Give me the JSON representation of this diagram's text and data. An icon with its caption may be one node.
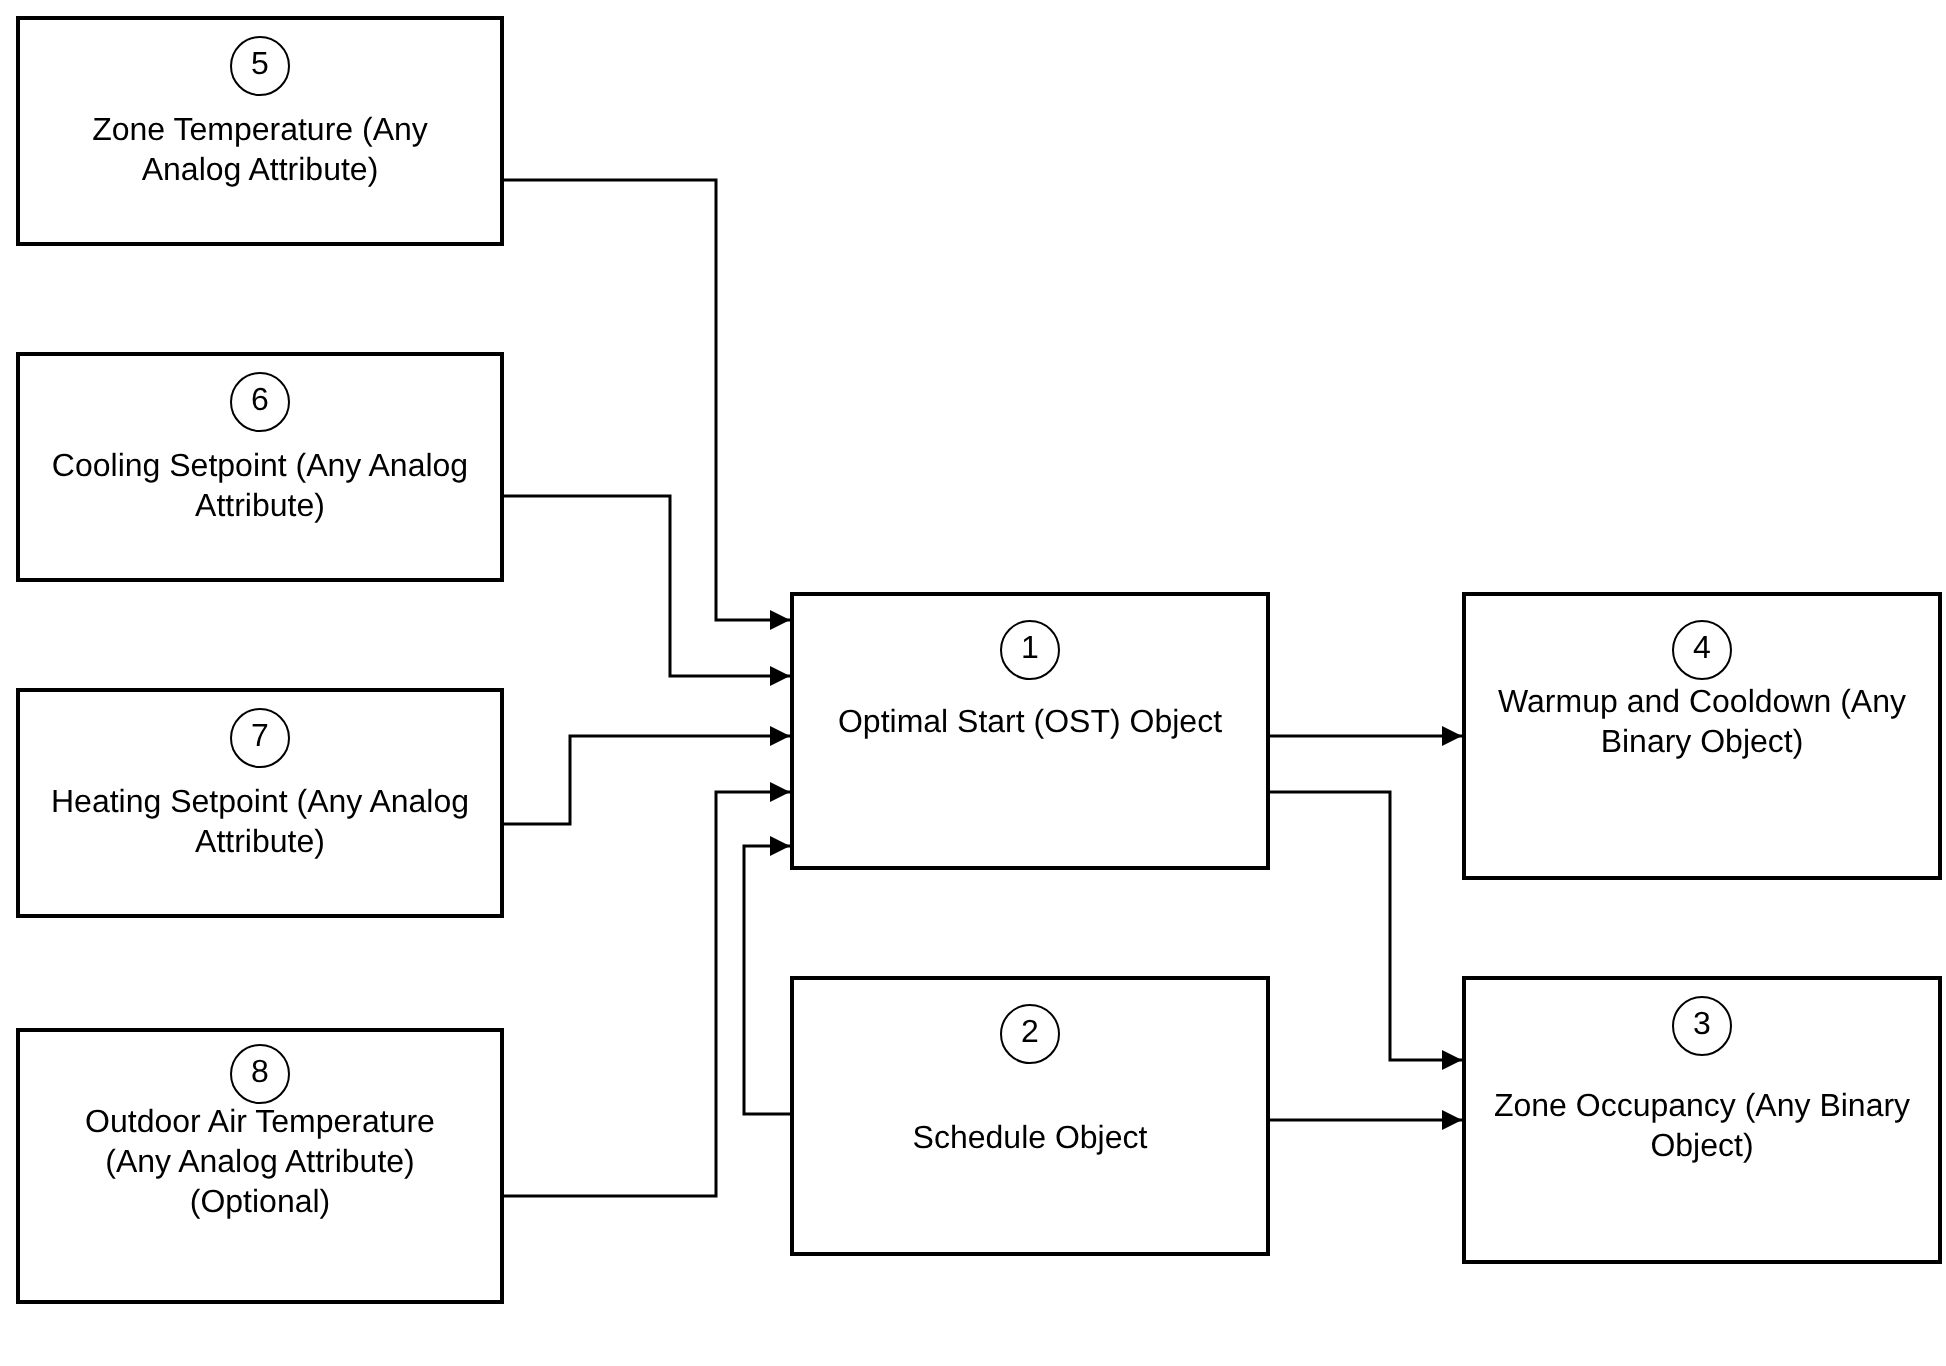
{
  "diagram": {
    "nodes": [
      {
        "text": [
          "5",
          "Zone Temperature (Any Analog Attribute)"
        ]
      },
      {
        "text": [
          "6",
          "Cooling Setpoint (Any Analog Attribute)"
        ]
      },
      {
        "text": [
          "1",
          "Optimal Start (OST) Object"
        ]
      },
      {
        "text": [
          "4",
          "Warmup and Cooldown (Any Binary Object)"
        ]
      },
      {
        "text": [
          "7",
          "Heating Setpoint (Any Analog Attribute)"
        ]
      },
      {
        "text": [
          "2",
          "Schedule Object"
        ]
      },
      {
        "text": [
          "3",
          "Zone Occupancy (Any Binary Object)"
        ]
      },
      {
        "text": [
          "8",
          "Outdoor Air Temperature (Any Analog Attribute) (Optional)"
        ]
      }
    ],
    "edges": [
      {
        "from": 0,
        "to": 2,
        "arrow": "to"
      },
      {
        "from": 1,
        "to": 2,
        "arrow": "to"
      },
      {
        "from": 4,
        "to": 2,
        "arrow": "to"
      },
      {
        "from": 7,
        "to": 2,
        "arrow": "to"
      },
      {
        "from": 5,
        "to": 2,
        "arrow": "to"
      },
      {
        "from": 2,
        "to": 3,
        "arrow": "to"
      },
      {
        "from": 2,
        "to": 6,
        "arrow": "to"
      },
      {
        "from": 5,
        "to": 6,
        "arrow": "to"
      }
    ]
  }
}
